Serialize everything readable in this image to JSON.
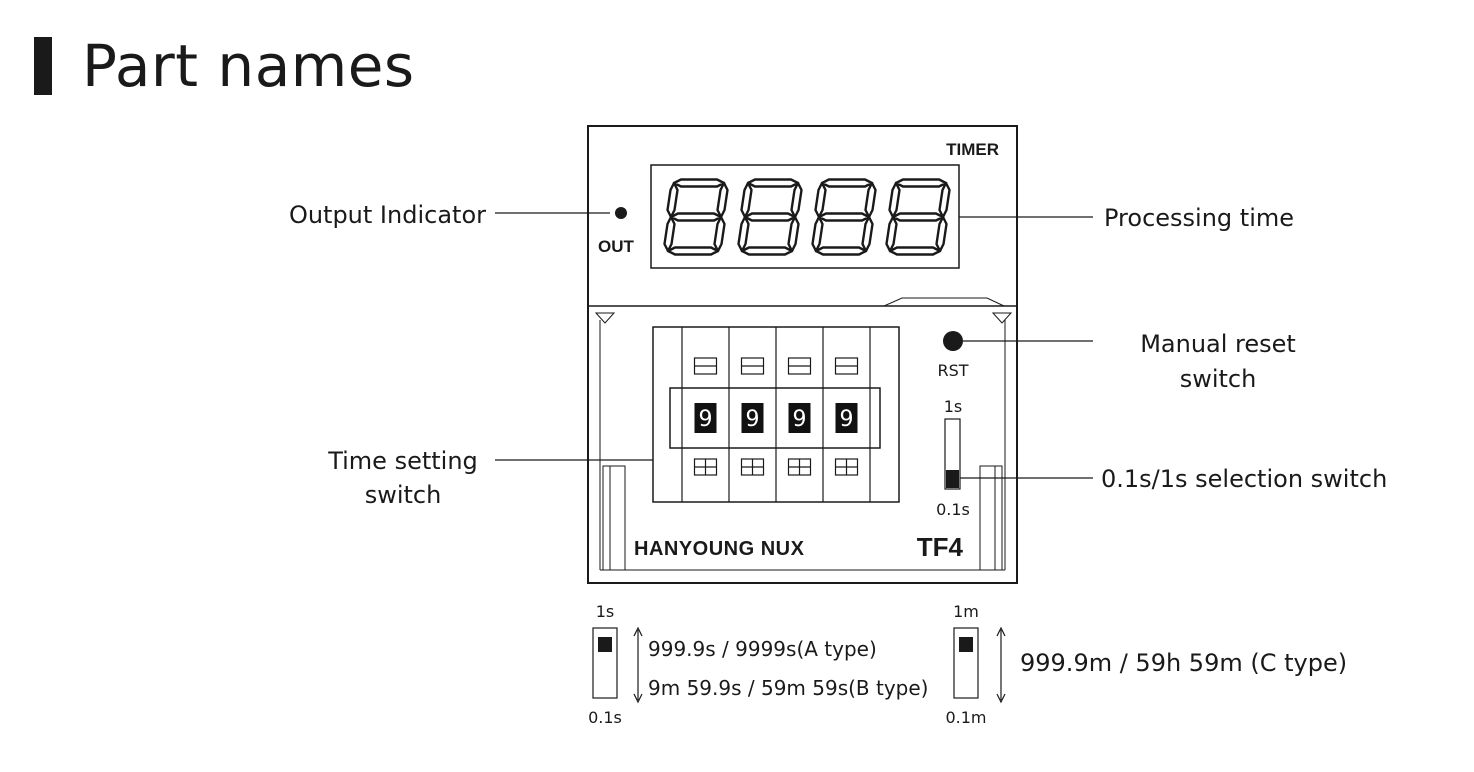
{
  "title": "Part names",
  "device": {
    "timer_label": "TIMER",
    "out_label": "OUT",
    "display_digits": [
      "8",
      "8",
      "8",
      "8"
    ],
    "setting_digits": [
      "9",
      "9",
      "9",
      "9"
    ],
    "rst_label": "RST",
    "switch_top_label": "1s",
    "switch_bottom_label": "0.1s",
    "brand": "HANYOUNG NUX",
    "model": "TF4"
  },
  "callouts": {
    "output_indicator": "Output Indicator",
    "processing_time": "Processing time",
    "manual_reset_line1": "Manual reset",
    "manual_reset_line2": "switch",
    "time_setting_line1": "Time setting",
    "time_setting_line2": "switch",
    "selection_switch": "0.1s/1s selection switch"
  },
  "ranges": {
    "left": {
      "top_label": "1s",
      "bottom_label": "0.1s",
      "line1": "999.9s / 9999s(A type)",
      "line2": "9m 59.9s / 59m 59s(B type)"
    },
    "right": {
      "top_label": "1m",
      "bottom_label": "0.1m",
      "line1": "999.9m / 59h 59m (C type)"
    }
  }
}
